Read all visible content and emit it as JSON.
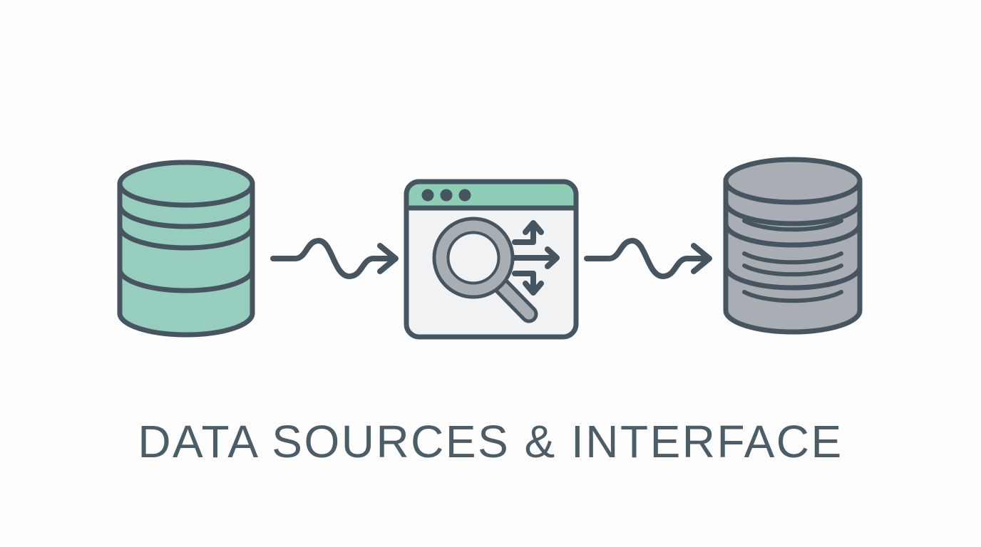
{
  "diagram": {
    "title": "DATA SOURCES & INTERFACE",
    "type": "flow",
    "background_color": "#fdfdfd",
    "stroke_color": "#46555f",
    "nodes": [
      {
        "id": "source-database",
        "label": "source-database",
        "icon": "database-cylinder-icon",
        "fill_color": "#96cdbf",
        "stroke_color": "#46555f",
        "band_count": 3,
        "position": "left"
      },
      {
        "id": "search-interface",
        "label": "search-interface",
        "icon": "browser-window-search-icon",
        "titlebar_color": "#8ecdb6",
        "content_color": "#f0f2f3",
        "stroke_color": "#46555f",
        "dot_count": 3,
        "dot_color": "#46555f",
        "lens_color": "#a9aeb3",
        "position": "center"
      },
      {
        "id": "target-database",
        "label": "target-database",
        "icon": "database-cylinder-icon",
        "fill_color": "#a8aeb4",
        "stroke_color": "#46555f",
        "band_count": 3,
        "position": "right"
      }
    ],
    "connectors": [
      {
        "id": "connector-source-to-interface",
        "from": "source-database",
        "to": "search-interface",
        "style": "wavy-arrow",
        "direction": "right",
        "color": "#46555f"
      },
      {
        "id": "connector-interface-to-target",
        "from": "search-interface",
        "to": "target-database",
        "style": "wavy-arrow",
        "direction": "right",
        "color": "#46555f"
      }
    ],
    "interface_glyphs": [
      {
        "id": "magnifier",
        "name": "magnifying-glass-icon"
      },
      {
        "id": "arrow-up",
        "name": "arrow-up-icon"
      },
      {
        "id": "arrow-right",
        "name": "arrow-right-icon"
      },
      {
        "id": "arrow-down",
        "name": "arrow-down-icon"
      }
    ]
  }
}
